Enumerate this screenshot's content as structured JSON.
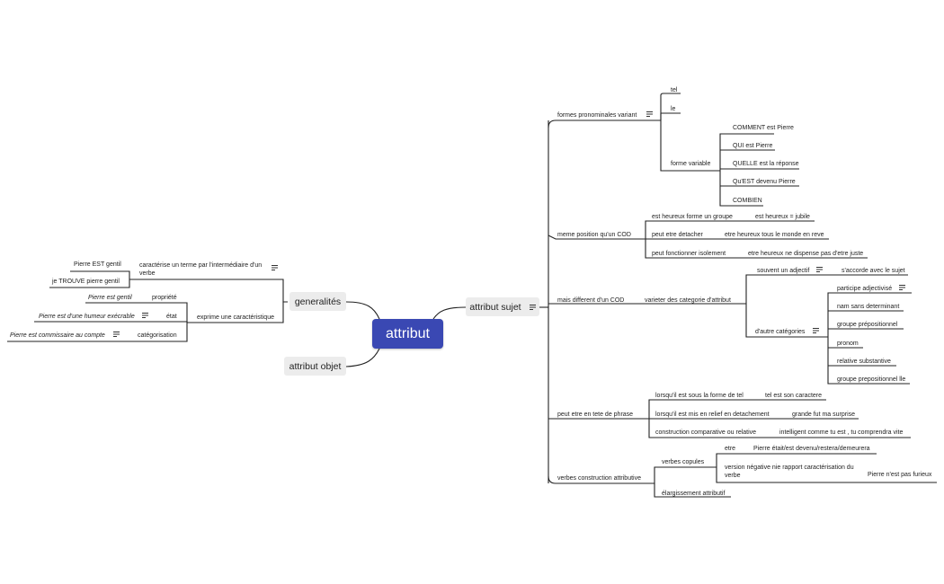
{
  "root": {
    "label": "attribut",
    "color": "#3a48b3"
  },
  "branches": {
    "attribut_sujet": {
      "label": "attribut sujet"
    },
    "generalites": {
      "label": "generalités"
    },
    "attribut_objet": {
      "label": "attribut objet"
    }
  },
  "sujet": {
    "formes_pronominales": {
      "label": "formes pronominales variant",
      "children": {
        "tel": "tel",
        "le": "le",
        "forme_variable": "forme variable"
      },
      "forme_variable_items": [
        "COMMENT est Pierre",
        "QUI est Pierre",
        "QUELLE  est la réponse",
        "Qu'EST devenu Pierre",
        "COMBIEN"
      ]
    },
    "meme_position": {
      "label": "meme position qu'un COD",
      "rows": [
        {
          "a": "est heureux forme un groupe",
          "b": "est heureux = jubile"
        },
        {
          "a": "peut etre detacher",
          "b": "etre heureux tous le monde en reve"
        },
        {
          "a": "peut fonctionner isolement",
          "b": "etre heureux ne dispense pas d'etre juste"
        }
      ]
    },
    "mais_different": {
      "label": "mais different d'un COD",
      "child": "varieter des categorie d'attribut",
      "souvent_adjectif": "souvent un adjectif",
      "souvent_result": "s'accorde avec le sujet",
      "autres_categories": "d'autre catégories",
      "categories": [
        "participe adjectivisé",
        "nam sans determinant",
        "groupe prépositionnel",
        "pronom",
        "relative substantive",
        "groupe prepositionnel lle"
      ]
    },
    "tete_phrase": {
      "label": "peut etre en tete de phrase",
      "rows": [
        {
          "a": "lorsqu'il est sous la forme de tel",
          "b": "tel est son caractere"
        },
        {
          "a": "lorsqu'il est mis en relief en detachement",
          "b": "grande fut ma surprise"
        },
        {
          "a": "construction comparative ou relative",
          "b": "intelligent comme tu est , tu comprendra vite"
        }
      ]
    },
    "verbes": {
      "label": "verbes construction attributive",
      "copules": "verbes copules",
      "etre": "etre",
      "etre_result": "Pierre était/est devenu/restera/demeurera",
      "negative": "version négative nie rapport caractérisation du verbe",
      "negative_result": "Pierre n'est pas furieux",
      "elargissement": "élargissement  attributif"
    }
  },
  "gen": {
    "caracterise": "caractérise un terme par l'intermédiaire d'un verbe",
    "ex1": "Pierre EST gentil",
    "ex2": "je TROUVE pierre gentil",
    "exprime": "exprime une caractéristique",
    "propriete": "propriété",
    "etat": "état",
    "categorisation": "catégorisation",
    "prop_ex": "Pierre est gentil",
    "etat_ex": "Pierre est d'une humeur exécrable",
    "cat_ex": "Pierre est commissaire au compte"
  }
}
